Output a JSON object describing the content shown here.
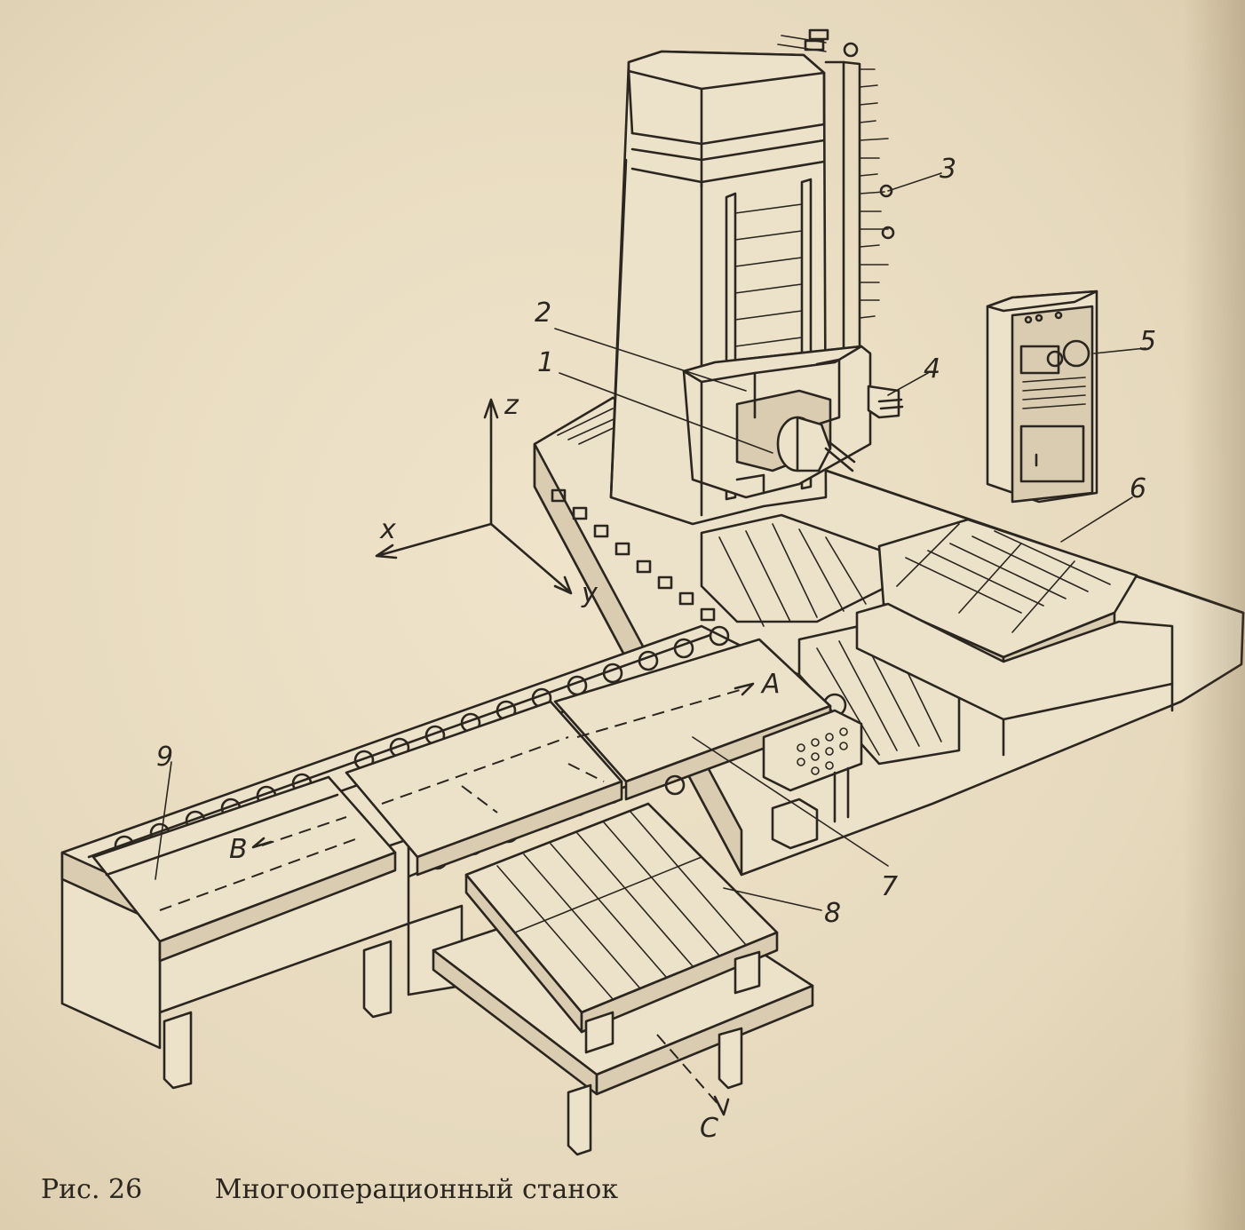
{
  "caption": {
    "figure": "Рис. 26",
    "title": "Многооперационный станок"
  },
  "axes": {
    "x": "x",
    "y": "y",
    "z": "z"
  },
  "callouts": [
    "1",
    "2",
    "3",
    "4",
    "5",
    "6",
    "7",
    "8",
    "9"
  ],
  "directions": {
    "a": "A",
    "b": "B",
    "c": "C"
  },
  "colors": {
    "paper": "#e8dcc2",
    "ink": "#2b2620"
  }
}
